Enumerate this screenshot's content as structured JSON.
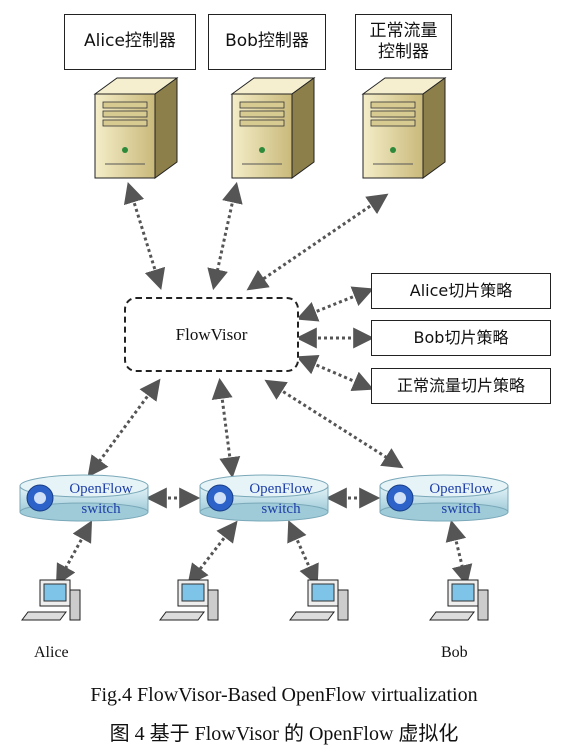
{
  "controllers": [
    {
      "label": "Alice控制器"
    },
    {
      "label": "Bob控制器"
    },
    {
      "label": "正常流量控制器"
    }
  ],
  "flowvisor": {
    "label": "FlowVisor"
  },
  "policies": [
    {
      "label": "Alice切片策略"
    },
    {
      "label": "Bob切片策略"
    },
    {
      "label": "正常流量切片策略"
    }
  ],
  "switches": [
    {
      "line1": "OpenFlow",
      "line2": "switch"
    },
    {
      "line1": "OpenFlow",
      "line2": "switch"
    },
    {
      "line1": "OpenFlow",
      "line2": "switch"
    }
  ],
  "hosts": [
    {
      "label": "Alice"
    },
    {
      "label": ""
    },
    {
      "label": ""
    },
    {
      "label": "Bob"
    }
  ],
  "caption": {
    "en": "Fig.4    FlowVisor-Based OpenFlow virtualization",
    "zh": "图 4    基于 FlowVisor 的 OpenFlow 虚拟化"
  },
  "colors": {
    "server_body": "#e9dfae",
    "switch_body": "#bfe0ea",
    "switch_text": "#1f3fa8",
    "arrow": "#555555"
  }
}
